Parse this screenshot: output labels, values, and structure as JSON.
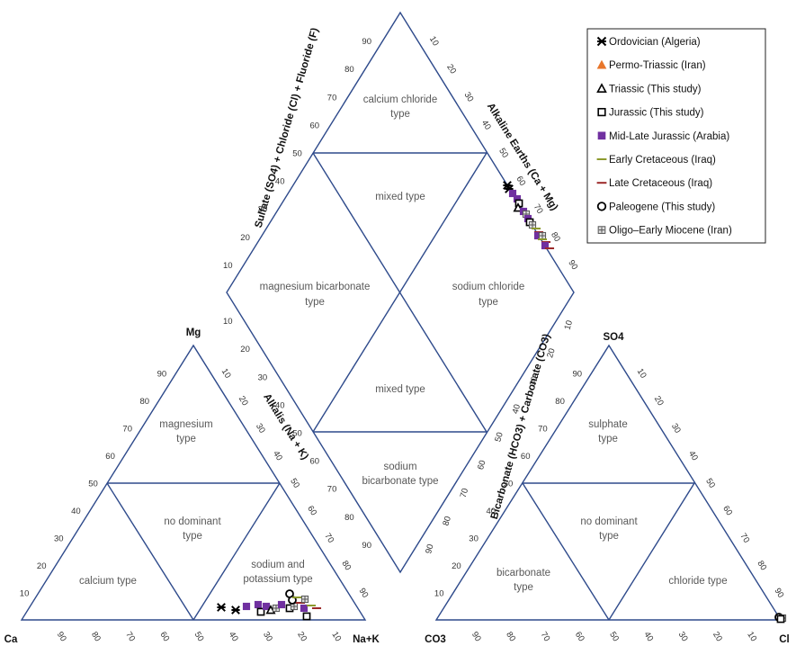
{
  "diagram": {
    "axes": {
      "sulfate_chloride": "Sulfate (SO4) + Chloride (Cl) + Fluoride (F)",
      "alkaline_earths": "Alkaline Earths (Ca + Mg)",
      "alkalis": "Alkalis (Na + K)",
      "bicarbonate_carbonate": "Bicarbonate (HCO3) + Carbonate (CO3)"
    },
    "corners": {
      "mg": "Mg",
      "ca": "Ca",
      "na_k": "Na+K",
      "so4": "SO4",
      "co3": "CO3",
      "cl": "Cl"
    },
    "regions": {
      "calcium_chloride_1": "calcium chloride",
      "calcium_chloride_2": "type",
      "mixed_top": "mixed type",
      "magnesium_bicarbonate_1": "magnesium bicarbonate",
      "magnesium_bicarbonate_2": "type",
      "sodium_chloride_1": "sodium chloride",
      "sodium_chloride_2": "type",
      "mixed_bottom": "mixed type",
      "sodium_bicarbonate_1": "sodium",
      "sodium_bicarbonate_2": "bicarbonate type",
      "magnesium_1": "magnesium",
      "magnesium_2": "type",
      "no_dominant_cat_1": "no dominant",
      "no_dominant_cat_2": "type",
      "calcium": "calcium type",
      "sodium_potassium_1": "sodium and",
      "sodium_potassium_2": "potassium type",
      "sulphate_1": "sulphate",
      "sulphate_2": "type",
      "no_dominant_an_1": "no dominant",
      "no_dominant_an_2": "type",
      "bicarbonate_1": "bicarbonate",
      "bicarbonate_2": "type",
      "chloride": "chloride type"
    },
    "ticks": [
      "10",
      "20",
      "30",
      "40",
      "50",
      "60",
      "70",
      "80",
      "90"
    ],
    "legend": [
      {
        "label": "Ordovician (Algeria)",
        "symbol": "asterisk",
        "color": "#000000"
      },
      {
        "label": "Permo-Triassic (Iran)",
        "symbol": "triangle-filled",
        "color": "#E8762B"
      },
      {
        "label": "Triassic (This study)",
        "symbol": "triangle-open",
        "color": "#000000"
      },
      {
        "label": "Jurassic (This study)",
        "symbol": "square-open",
        "color": "#000000"
      },
      {
        "label": "Mid-Late Jurassic (Arabia)",
        "symbol": "square-filled",
        "color": "#7030A0"
      },
      {
        "label": "Early Cretaceous (Iraq)",
        "symbol": "dash",
        "color": "#8C9A2E"
      },
      {
        "label": "Late Cretaceous (Iraq)",
        "symbol": "dash",
        "color": "#9C2A2A"
      },
      {
        "label": "Paleogene (This study)",
        "symbol": "circle-open",
        "color": "#000000"
      },
      {
        "label": "Oligo–Early Miocene (Iran)",
        "symbol": "plus-box",
        "color": "#555555"
      }
    ],
    "colors": {
      "lines": "#2E4A8B"
    }
  }
}
